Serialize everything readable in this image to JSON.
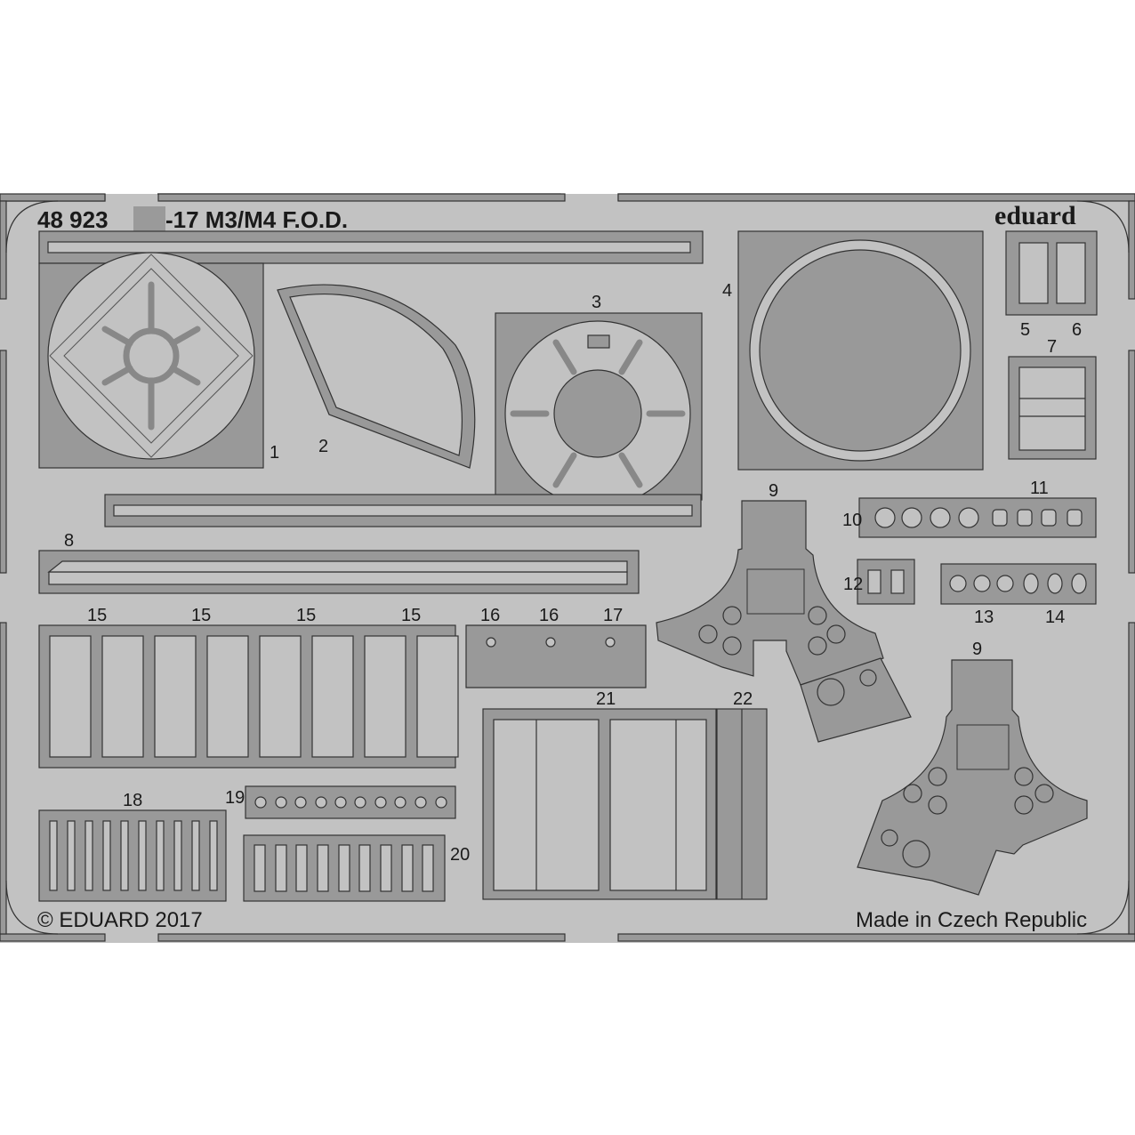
{
  "sheet": {
    "product_number": "48 923",
    "title_suffix": "-17 M3/M4 F.O.D.",
    "brand": "eduard",
    "copyright": "© EDUARD 2017",
    "origin": "Made in Czech Republic",
    "colors": {
      "sheet": "#c2c2c2",
      "part_dark": "#999999",
      "outline": "#333333"
    }
  },
  "part_labels": {
    "p1": "1",
    "p2": "2",
    "p3": "3",
    "p4": "4",
    "p5": "5",
    "p6": "6",
    "p7": "7",
    "p8": "8",
    "p9a": "9",
    "p9b": "9",
    "p10": "10",
    "p11": "11",
    "p12": "12",
    "p13": "13",
    "p14": "14",
    "p15a": "15",
    "p15b": "15",
    "p15c": "15",
    "p15d": "15",
    "p16a": "16",
    "p16b": "16",
    "p17": "17",
    "p18": "18",
    "p19": "19",
    "p20": "20",
    "p21": "21",
    "p22": "22"
  }
}
